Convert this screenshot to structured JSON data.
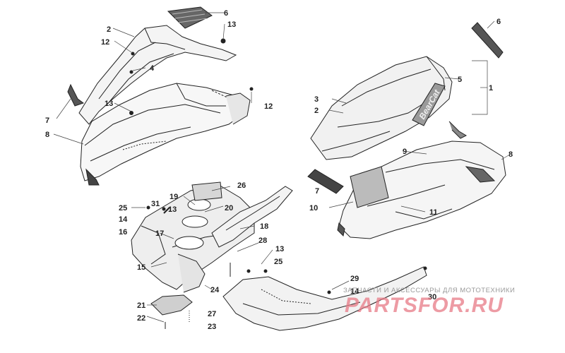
{
  "labels": {
    "l6a": "6",
    "l13a": "13",
    "l2a": "2",
    "l12a": "12",
    "l4": "4",
    "l13b": "13",
    "l12b": "12",
    "l7a": "7",
    "l8a": "8",
    "l6b": "6",
    "l5": "5",
    "l1": "1",
    "l3": "3",
    "l2b": "2",
    "l9": "9",
    "l8b": "8",
    "l7b": "7",
    "l10": "10",
    "l11": "11",
    "l19": "19",
    "l26": "26",
    "l25a": "25",
    "l31": "31",
    "l13c": "13",
    "l14a": "14",
    "l16": "16",
    "l20": "20",
    "l18": "18",
    "l17": "17",
    "l28": "28",
    "l13d": "13",
    "l25b": "25",
    "l15": "15",
    "l24": "24",
    "l21": "21",
    "l22": "22",
    "l27": "27",
    "l23": "23",
    "l29": "29",
    "l14b": "14",
    "l30": "30"
  },
  "watermark": {
    "subtitle": "ЗАПЧАСТИ И АКСЕССУАРЫ ДЛЯ МОТОТЕХНИКИ",
    "brand": "PARTSFOR.RU"
  },
  "logo_text": "BearCat"
}
